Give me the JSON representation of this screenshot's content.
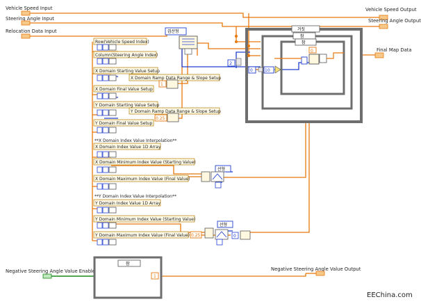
{
  "terminals": {
    "vehicle_speed_input": "Vehicle Speed Input",
    "steering_angle_input": "Steering Angle Input",
    "relocation_data_input": "Relocation Data Input",
    "vehicle_speed_output": "Vehicle Speed Output",
    "steering_angle_output": "Steering Angle Output",
    "final_map_data": "Final Map Data",
    "negative_steering_enable": "Negative Steering Angle Value Enable",
    "negative_steering_output": "Negative Steering Angle Value Output"
  },
  "labels": {
    "row_vehicle_speed_index": "Row(Vehicle Speed Index)",
    "column_steering_angle_index": "Column(Steering Angle Index)",
    "x_domain_starting_value_setup": "X Domain Starting Value Setup",
    "x_domain_ramp_data_range": "X Domain Ramp Data Range & Slope Setup",
    "x_domain_final_value_setup": "X Domain Final Value Setup",
    "y_domain_starting_value_setup": "Y Domain Starting Value Setup",
    "y_domain_ramp_data_range": "Y Domain Ramp Data Range & Slope Setup",
    "y_domain_final_value_setup": "Y Domain Final Value Setup",
    "x_domain_index_interpolation": "**X Domain Index Value Interpolation**",
    "x_domain_index_1d_array": "X Domain Index Value 1D Array",
    "x_domain_minimum_index": "X Domain Minimum Index Value (Starting Value)",
    "x_domain_maximum_index": "X Domain Maximum Index Value (Final Value)",
    "y_domain_index_interpolation": "**Y Domain Index Value Interpolation**",
    "y_domain_index_1d_array": "Y Domain Index Value 1D Array",
    "y_domain_minimum_index": "Y Domain Minimum Index Value (Starting Value)",
    "y_domain_maximum_index": "Y Domain Maximum Index Value (Final Value)"
  },
  "constants": {
    "const_2": "2",
    "const_0_a": "0",
    "const_10": "10",
    "const_0_b": "0",
    "const_1": "1",
    "const_0_25_a": "0.25",
    "const_0_25_b": "0.25",
    "const_0_c": "0",
    "const_1_out": "1"
  },
  "structures": {
    "outer_case": "거짓",
    "mid_case": "참",
    "inner_case": "참",
    "top_node": "검산형",
    "sel_1": "선형",
    "sel_2": "선형",
    "bottom_case": "참"
  },
  "watermark": "EEChina.com",
  "colors": {
    "wire_orange": "#e8780c",
    "wire_blue": "#2040d0",
    "wire_green": "#1a8a1a",
    "label_border": "#b37a00",
    "structure_gray": "#6e6e6e"
  }
}
